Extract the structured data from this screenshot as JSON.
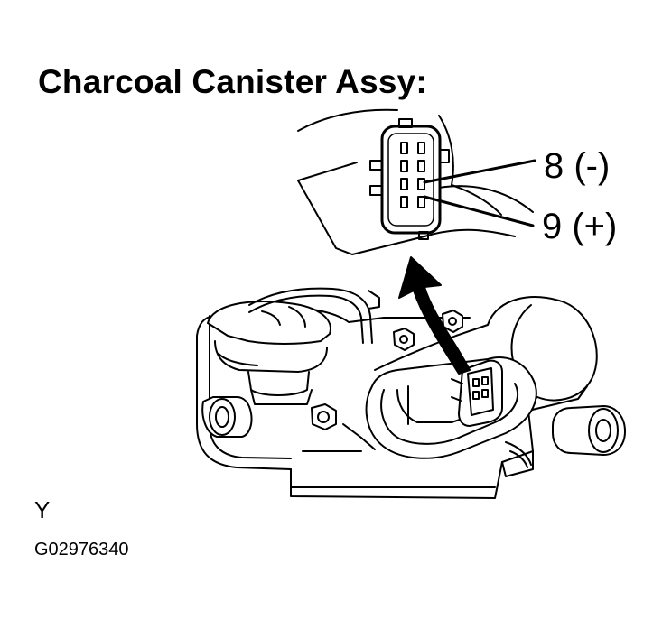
{
  "title": "Charcoal Canister Assy:",
  "connector": {
    "pin_upper_label": "8  (-)",
    "pin_lower_label": "9 (+)"
  },
  "view_letter": "Y",
  "figure_code": "G02976340",
  "colors": {
    "ink": "#000000",
    "paper": "#ffffff"
  }
}
